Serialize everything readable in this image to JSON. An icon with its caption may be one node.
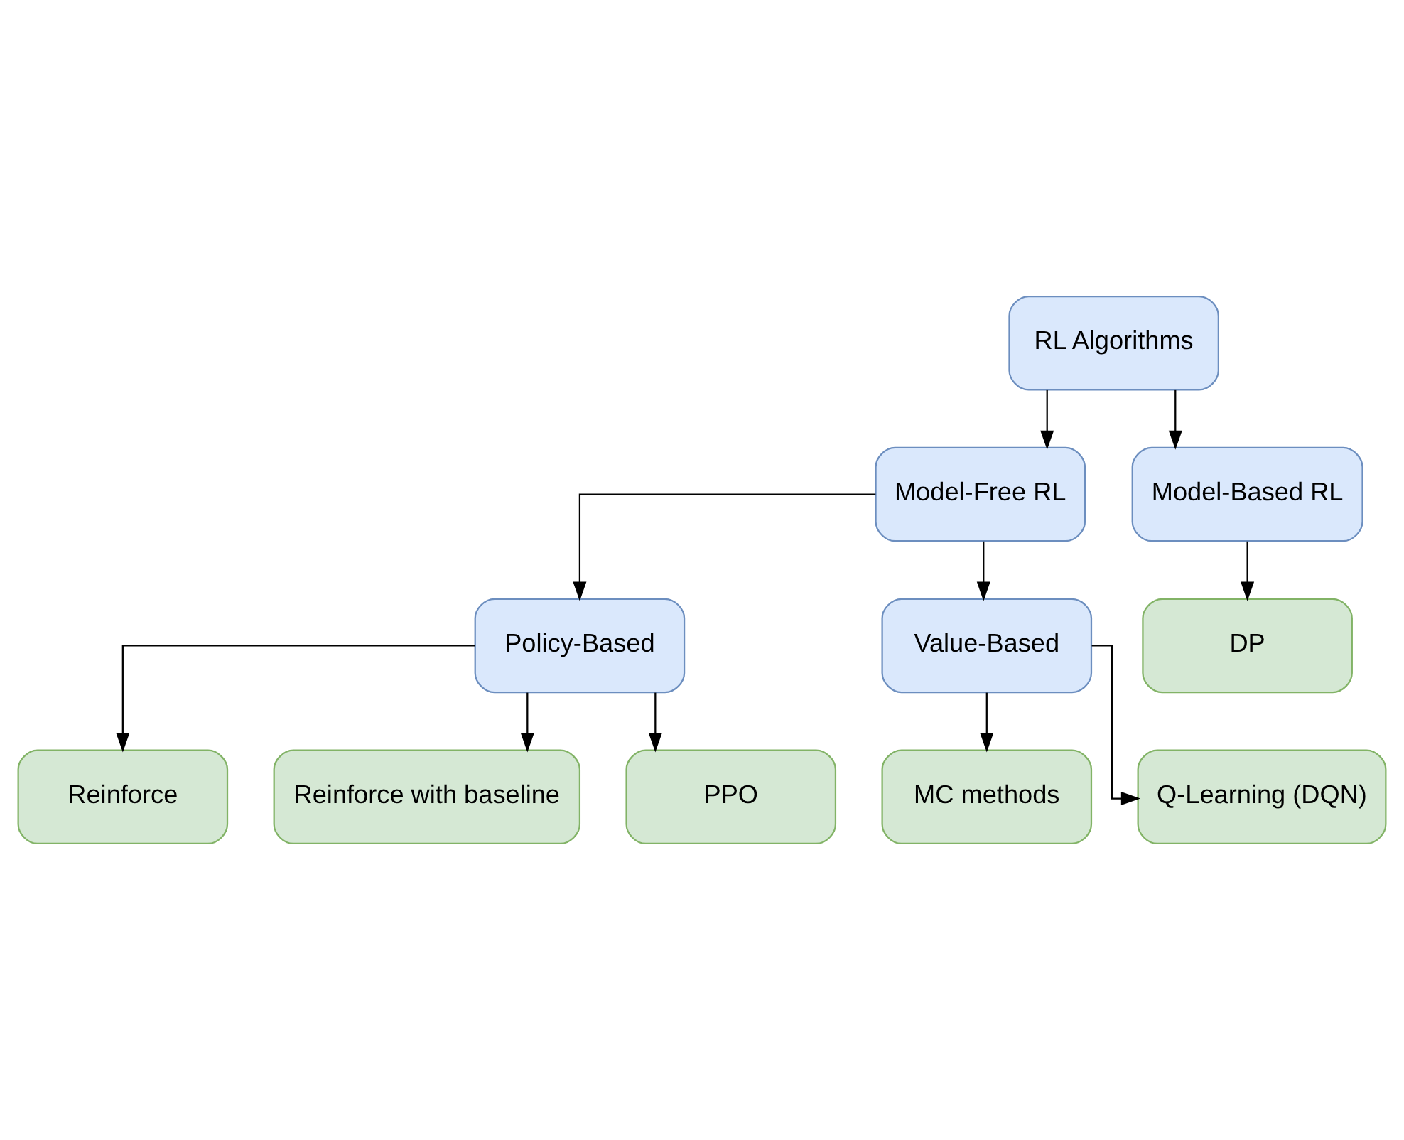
{
  "diagram": {
    "nodes": [
      {
        "text": [
          "RL Algorithms"
        ]
      },
      {
        "text": [
          "Model-Free RL"
        ]
      },
      {
        "text": [
          "Model-Based RL"
        ]
      },
      {
        "text": [
          "DP"
        ]
      },
      {
        "text": [
          "Policy-Based"
        ]
      },
      {
        "text": [
          "Value-Based"
        ]
      },
      {
        "text": [
          "Reinforce"
        ]
      },
      {
        "text": [
          "Reinforce with baseline"
        ]
      },
      {
        "text": [
          "PPO"
        ]
      },
      {
        "text": [
          "MC methods"
        ]
      },
      {
        "text": [
          "Q-Learning (DQN)"
        ]
      }
    ],
    "edges": [
      {
        "from": 0,
        "to": 1,
        "arrow": "to"
      },
      {
        "from": 0,
        "to": 2,
        "arrow": "to"
      },
      {
        "from": 2,
        "to": 3,
        "arrow": "to"
      },
      {
        "from": 1,
        "to": 4,
        "arrow": "to"
      },
      {
        "from": 1,
        "to": 5,
        "arrow": "to"
      },
      {
        "from": 4,
        "to": 6,
        "arrow": "to"
      },
      {
        "from": 4,
        "to": 7,
        "arrow": "to"
      },
      {
        "from": 4,
        "to": 8,
        "arrow": "to"
      },
      {
        "from": 5,
        "to": 9,
        "arrow": "to"
      },
      {
        "from": 5,
        "to": 10,
        "arrow": "to"
      }
    ]
  }
}
